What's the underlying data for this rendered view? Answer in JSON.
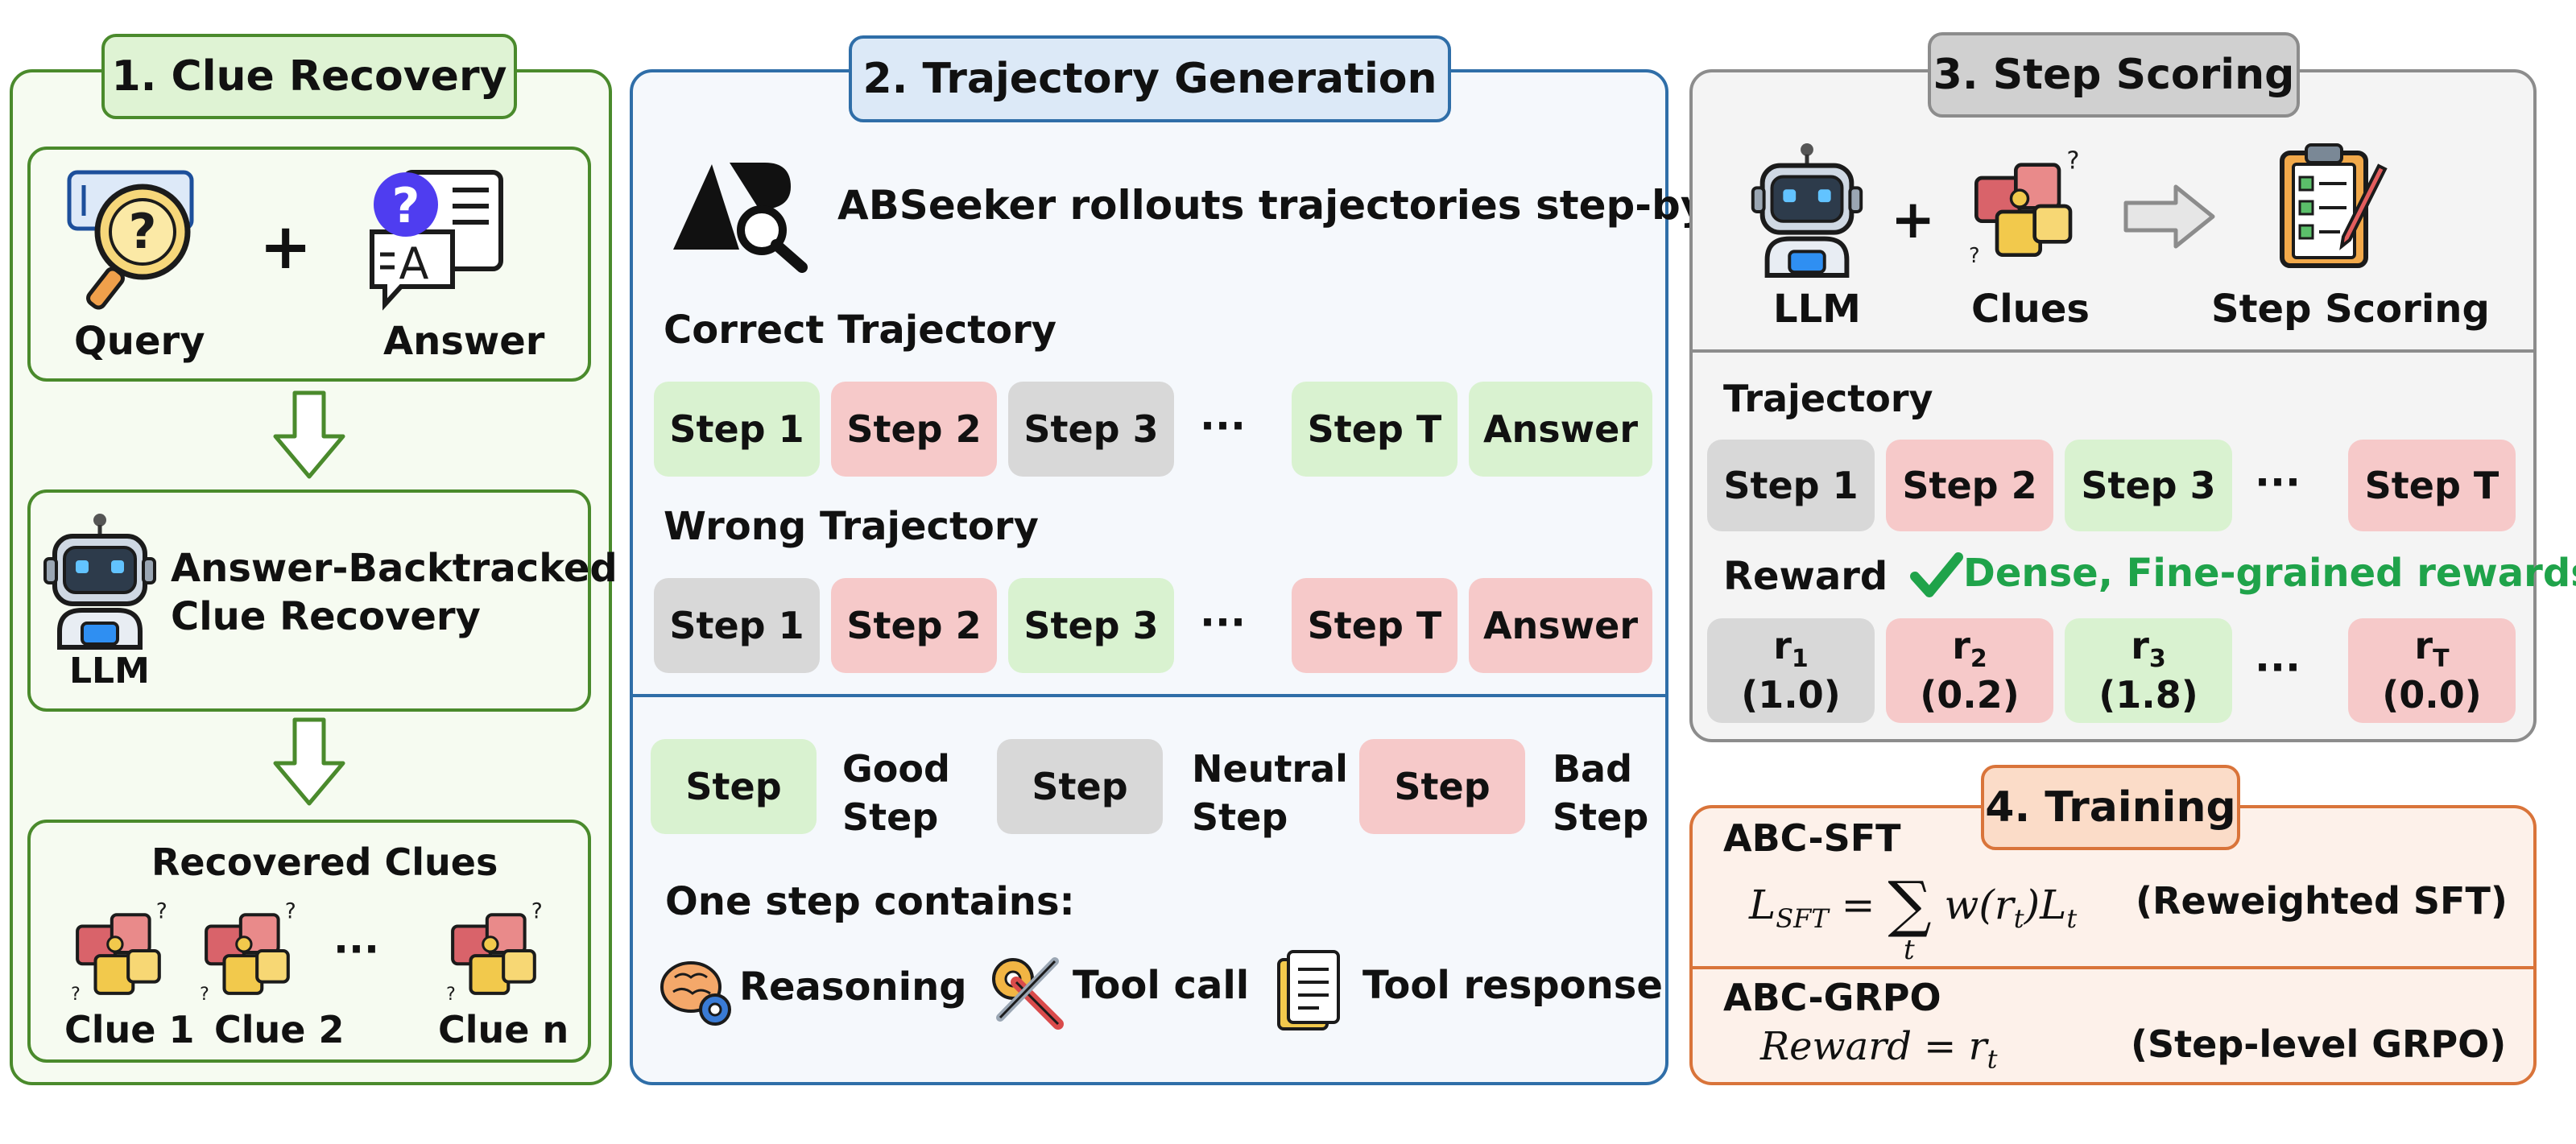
{
  "panel1": {
    "title": "1. Clue Recovery",
    "query_label": "Query",
    "answer_label": "Answer",
    "plus": "+",
    "llm_method_line1": "Answer-Backtracked",
    "llm_method_line2": "Clue Recovery",
    "llm_label": "LLM",
    "recovered_title": "Recovered Clues",
    "clues": [
      "Clue 1",
      "Clue 2",
      "Clue n"
    ],
    "ellipsis": "···"
  },
  "panel2": {
    "title": "2. Trajectory Generation",
    "rollout_text": "ABSeeker rollouts trajectories step-by-step",
    "correct_title": "Correct Trajectory",
    "correct_steps": [
      {
        "label": "Step 1",
        "kind": "good"
      },
      {
        "label": "Step 2",
        "kind": "bad"
      },
      {
        "label": "Step 3",
        "kind": "neutral"
      },
      {
        "label": "Step T",
        "kind": "good"
      },
      {
        "label": "Answer",
        "kind": "good"
      }
    ],
    "wrong_title": "Wrong Trajectory",
    "wrong_steps": [
      {
        "label": "Step 1",
        "kind": "neutral"
      },
      {
        "label": "Step 2",
        "kind": "bad"
      },
      {
        "label": "Step 3",
        "kind": "good"
      },
      {
        "label": "Step T",
        "kind": "bad"
      },
      {
        "label": "Answer",
        "kind": "bad"
      }
    ],
    "ellipsis": "···",
    "legend": [
      {
        "box": "Step",
        "kind": "good",
        "line1": "Good",
        "line2": "Step"
      },
      {
        "box": "Step",
        "kind": "neutral",
        "line1": "Neutral",
        "line2": "Step"
      },
      {
        "box": "Step",
        "kind": "bad",
        "line1": "Bad",
        "line2": "Step"
      }
    ],
    "contains_title": "One step contains:",
    "contains": [
      "Reasoning",
      "Tool call",
      "Tool response"
    ]
  },
  "panel3": {
    "title": "3. Step Scoring",
    "llm_label": "LLM",
    "plus": "+",
    "clues_label": "Clues",
    "scoring_label": "Step Scoring",
    "trajectory_title": "Trajectory",
    "steps": [
      {
        "label": "Step 1",
        "kind": "neutral"
      },
      {
        "label": "Step 2",
        "kind": "bad"
      },
      {
        "label": "Step 3",
        "kind": "good"
      },
      {
        "label": "Step T",
        "kind": "bad"
      }
    ],
    "reward_title": "Reward",
    "reward_note": "Dense, Fine-grained rewards",
    "rewards": [
      {
        "sym": "r",
        "sub": "1",
        "value": "(1.0)",
        "kind": "neutral"
      },
      {
        "sym": "r",
        "sub": "2",
        "value": "(0.2)",
        "kind": "bad"
      },
      {
        "sym": "r",
        "sub": "3",
        "value": "(1.8)",
        "kind": "good"
      },
      {
        "sym": "r",
        "sub": "T",
        "value": "(0.0)",
        "kind": "bad"
      }
    ],
    "ellipsis": "···"
  },
  "panel4": {
    "title": "4. Training",
    "sft_title": "ABC-SFT",
    "sft_desc": "(Reweighted SFT)",
    "grpo_title": "ABC-GRPO",
    "grpo_desc": "(Step-level GRPO)"
  },
  "colors": {
    "green_border": "#4a8a2c",
    "blue_border": "#2f6ea8",
    "gray_border": "#8c8c8c",
    "orange_border": "#d9743a",
    "good": "#d9f2d0",
    "bad": "#f6c9c9",
    "neutral": "#d8d8d8",
    "reward_note": "#1fa34a"
  }
}
